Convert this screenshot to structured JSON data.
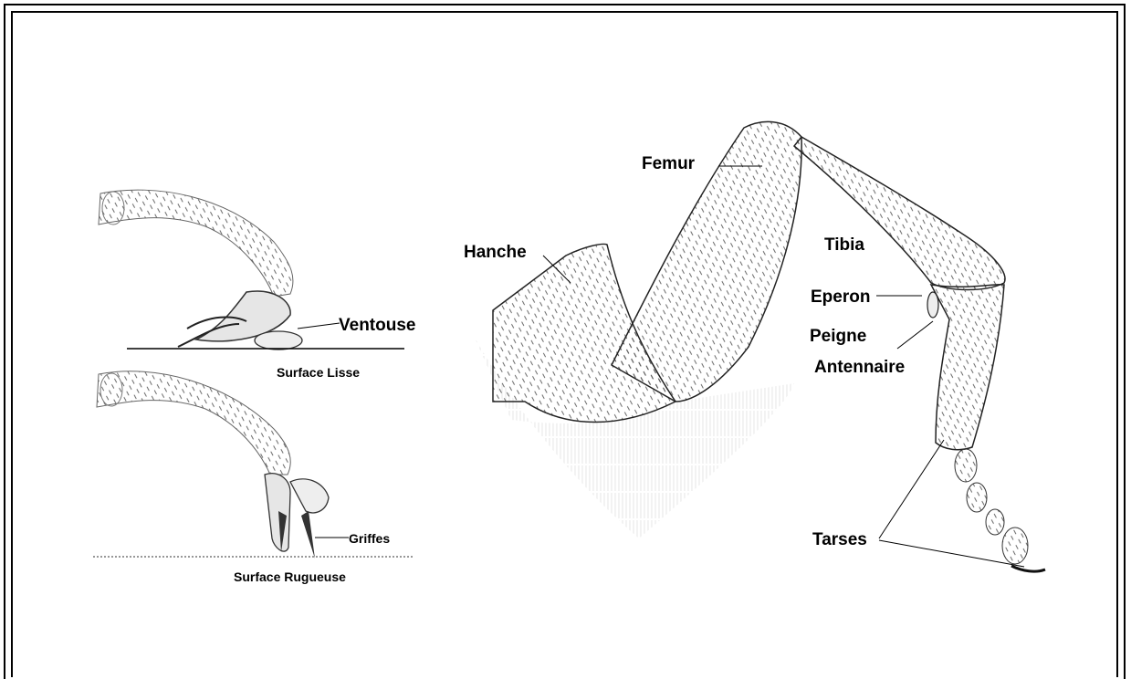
{
  "labels": {
    "ventouse": "Ventouse",
    "surface_lisse": "Surface Lisse",
    "griffes": "Griffes",
    "surface_rugueuse": "Surface Rugueuse",
    "hanche": "Hanche",
    "femur": "Femur",
    "tibia": "Tibia",
    "eperon": "Eperon",
    "peigne_line1": "Peigne",
    "peigne_line2": "Antennaire",
    "tarses": "Tarses"
  }
}
